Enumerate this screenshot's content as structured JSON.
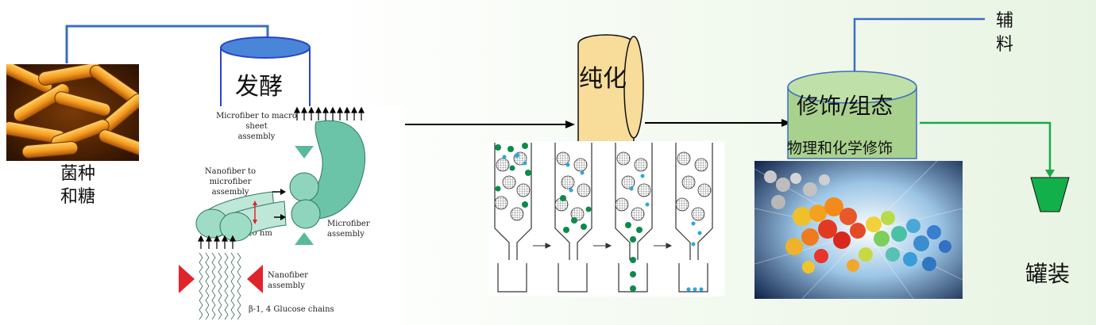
{
  "steps": {
    "strain": [
      "菌种",
      "和糖"
    ],
    "fermentation": "发酵",
    "purification": "纯化",
    "modification": "修饰/组态",
    "modification_sub": "物理和化学修饰",
    "excipients": [
      "辅",
      "料"
    ],
    "filling": "罐装"
  },
  "fiber_diagram": {
    "macro_label": [
      "Microfiber to macro sheet",
      "assembly"
    ],
    "micro_label": [
      "Nanofiber to microfiber",
      "assembly"
    ],
    "size_label": "20 nm",
    "microfiber_label": [
      "Microfiber",
      "assembly"
    ],
    "nanofiber_label": [
      "Nanofiber",
      "assembly"
    ],
    "chain_label": "β-1, 4 Glucose chains"
  },
  "colors": {
    "blue_line": "#3a6ec0",
    "fermenter_fill": "#4a86d8",
    "purify_fill": "#f7dc9a",
    "modify_fill": "#a9d18e",
    "green_line": "#19a84a",
    "cup_fill": "#12b04a",
    "teal": "#6cc4a8",
    "red_arrow": "#e0242c"
  }
}
